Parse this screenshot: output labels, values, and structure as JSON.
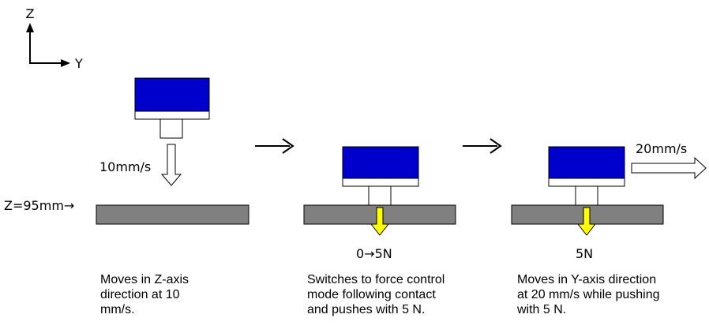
{
  "axes": {
    "z_label": "Z",
    "y_label": "Y"
  },
  "colors": {
    "head_blue": "#0000cc",
    "workpiece_gray": "#808080",
    "force_arrow_yellow": "#ffff00"
  },
  "steps": [
    {
      "speed_label": "10mm/s",
      "height_label": "Z=95mm→",
      "caption_lines": [
        "Moves in Z-axis",
        "direction at 10",
        "mm/s."
      ]
    },
    {
      "force_label": "0→5N",
      "caption_lines": [
        "Switches to force control",
        "mode following contact",
        "and pushes with 5 N."
      ]
    },
    {
      "speed_label": "20mm/s",
      "force_label": "5N",
      "caption_lines": [
        "Moves in Y-axis direction",
        "at 20 mm/s while pushing",
        "with 5 N."
      ]
    }
  ],
  "transition_arrows": [
    "step1-to-step2",
    "step2-to-step3"
  ]
}
